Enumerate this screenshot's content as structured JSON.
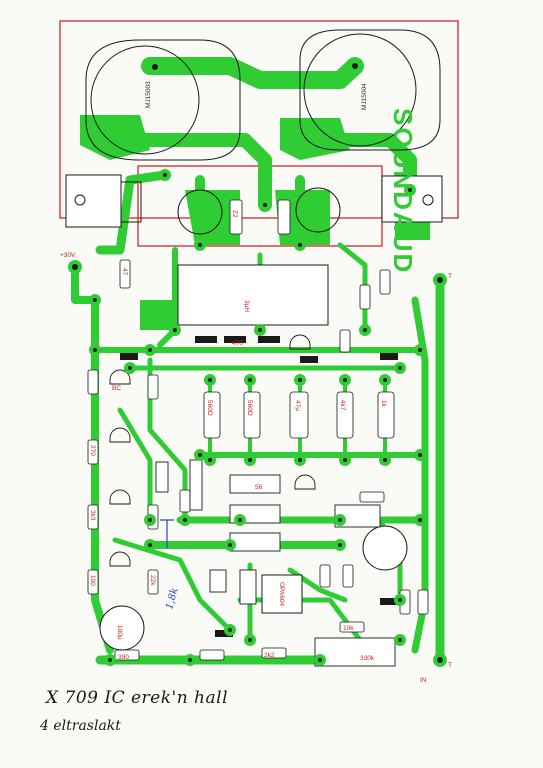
{
  "notes": {
    "line1": "X 709 IC erek'n hall",
    "line2": "4 eltraslakt",
    "blue_mark": "1,8k"
  },
  "board": {
    "brand": "SOUNDAUD",
    "transistors": [
      "MJ15003",
      "MJ15004"
    ],
    "labels": {
      "v_pos": "+30V",
      "v_neg": "T",
      "zener_a": "Z2",
      "r47": "47",
      "coil": "3µH",
      "r470": "470",
      "r560a": "560Ω",
      "r560b": "560Ω",
      "c47": "47µ",
      "c4k7": "4k7",
      "r1k": "1k",
      "r270": "270",
      "bc": "BC",
      "r3k3": "3k3",
      "r22k": "22k",
      "opamp": "OPA604",
      "c100": "100µ",
      "r100": "100",
      "r390": "390",
      "r10k": "10k",
      "c330": "330k",
      "c56": "56",
      "r2k2": "2k2",
      "in": "IN"
    }
  },
  "colors": {
    "copper": "#2fcc34",
    "pad": "#1a1a1a",
    "frame": "#cc2a2a",
    "component": "#c4261c",
    "ink": "#1a1a1a",
    "blue_ink": "#2c43c9"
  }
}
